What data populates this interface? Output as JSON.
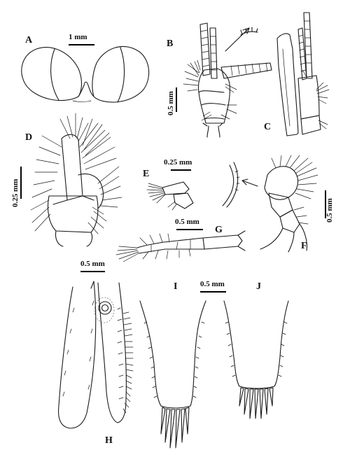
{
  "figure": {
    "panels": {
      "A": "A",
      "B": "B",
      "C": "C",
      "D": "D",
      "E": "E",
      "F": "F",
      "G": "G",
      "H": "H",
      "I": "I",
      "J": "J"
    },
    "scale_bars": {
      "a": "1 mm",
      "b": "0.5 mm",
      "d": "0.25 mm",
      "e": "0.25 mm",
      "f": "0.5 mm",
      "g": "0.5 mm",
      "h": "0.5 mm",
      "ij": "0.5 mm"
    },
    "colors": {
      "ink": "#1a1a1a",
      "background": "#ffffff"
    }
  }
}
